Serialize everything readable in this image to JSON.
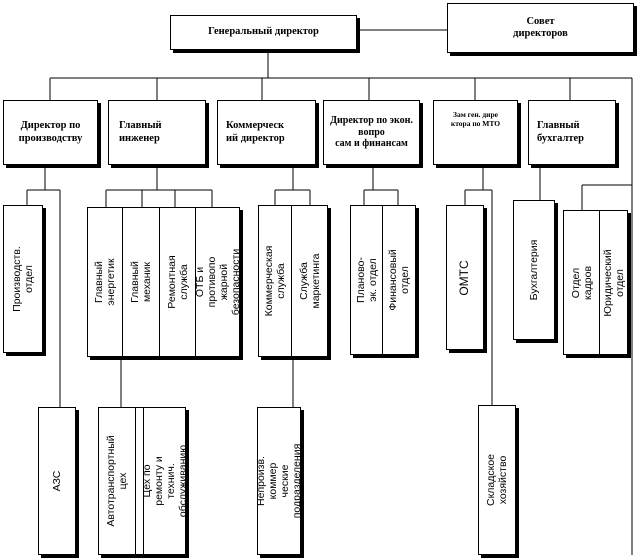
{
  "top": {
    "general_director": "Генеральный директор",
    "board": "Совет\nдиректоров"
  },
  "directors": {
    "production": "Директор по\nпроизводству",
    "chief_engineer": "Главный\nинженер",
    "commercial": "Коммерческ\nий директор",
    "economics": "Директор по экон.\nвопро\nсам и финансам",
    "deputy_mto": "Зам ген. дире\nктора по МТО",
    "chief_accountant": "Главный\nбухгалтер"
  },
  "departments": {
    "production_dept": "Производств. отдел",
    "chief_energetic": "Главный энергетик",
    "chief_mechanic": "Главный механик",
    "repair_service": "Ремонтная служба",
    "otb": "ОТБ и противопо\nжарной безопасности",
    "commercial_service": "Коммерческая служба",
    "marketing_service": "Служба маркетинга",
    "planning_dept": "Планово-эк. отдел",
    "finance_dept": "Финансовый отдел",
    "omts": "ОМТС",
    "accounting": "Бухгалтерия",
    "hr_dept": "Отдел кадров",
    "legal_dept": "Юридический отдел"
  },
  "units": {
    "azs": "АЗС",
    "transport_shop": "Автотранспортный цех",
    "repair_shop": "Цех по ремонту и\nтехнич. обслуживанию",
    "nonprod": "Непроизв. коммер\nческие подразделения",
    "warehouse": "Складское хозяйство"
  }
}
